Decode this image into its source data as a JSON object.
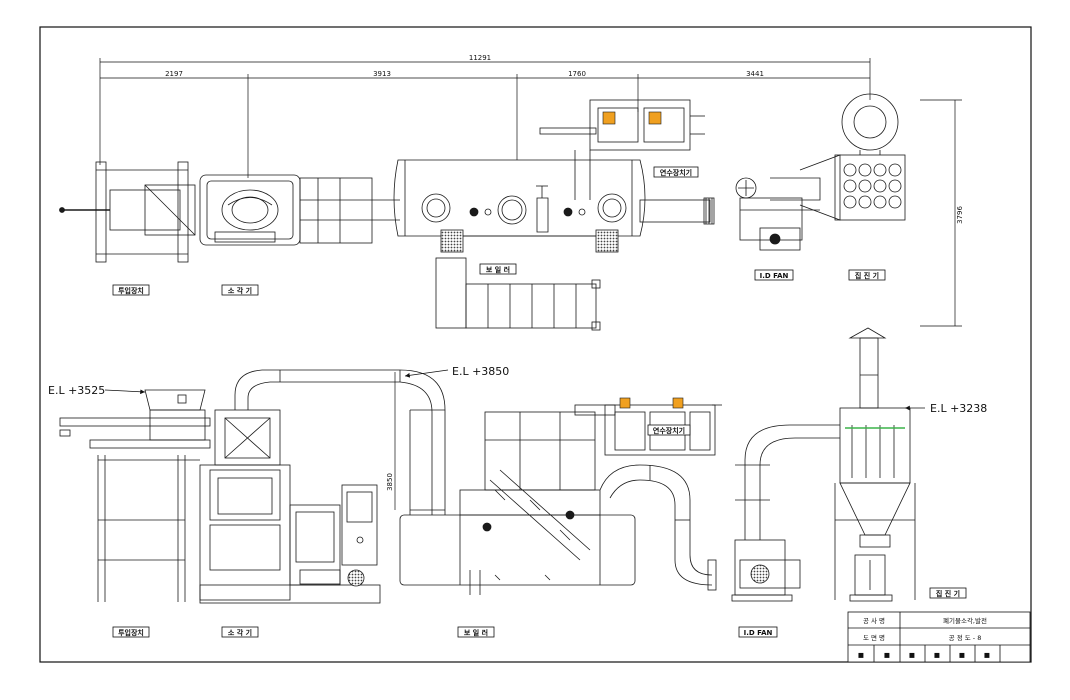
{
  "dimensions": {
    "total": "11291",
    "seg1": "2197",
    "seg2": "3913",
    "seg3": "1760",
    "seg4": "3441",
    "height_plan": "3796",
    "height_elev": "3850"
  },
  "labels": {
    "plan_feeder": "투입장치",
    "plan_incinerator": "소 각 기",
    "plan_boiler": "보 일 러",
    "plan_id_fan": "I.D FAN",
    "plan_collector": "집 진 기",
    "plan_water_softener": "연수장치기",
    "elev_feeder": "투입장치",
    "elev_incinerator": "소 각 기",
    "elev_boiler": "보 일 러",
    "elev_id_fan": "I.D FAN",
    "elev_collector": "집 진 기",
    "elev_water_softener": "연수장치기"
  },
  "elevations": {
    "feeder": "E.L  +3525",
    "duct": "E.L  +3850",
    "collector": "E.L  +3238"
  },
  "title_block": {
    "r1_label": "공 사 명",
    "r1_value": "폐기물소각,발전",
    "r2_label": "도 면 명",
    "r2_value": "공 정 도 - 8",
    "r3_c1": "■",
    "r3_c2": "■",
    "r3_c3": "■",
    "r3_c4": "■",
    "r3_c5": "■",
    "r3_c6": "■"
  },
  "colors": {
    "line": "#1a1a1a",
    "accent_orange": "#f0a020",
    "accent_green": "#3cb44a",
    "hatch": "#555555"
  }
}
